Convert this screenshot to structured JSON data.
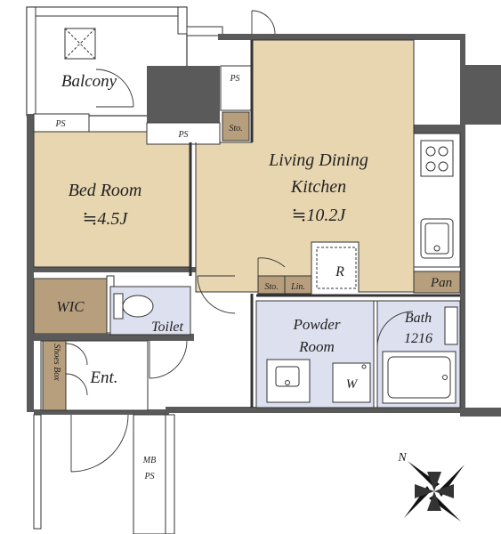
{
  "rooms": {
    "balcony": "Balcony",
    "bedroom_name": "Bed Room",
    "bedroom_size": "≒4.5J",
    "ldk_line1": "Living Dining",
    "ldk_line2": "Kitchen",
    "ldk_size": "≒10.2J",
    "wic": "WIC",
    "toilet": "Toilet",
    "powder_line1": "Powder",
    "powder_line2": "Room",
    "bath_line1": "Bath",
    "bath_line2": "1216",
    "entrance": "Ent.",
    "shoes_box": "Shoes Box",
    "mb": "MB",
    "mb_ps": "PS",
    "pan": "Pan",
    "refrigerator": "R",
    "washer": "W",
    "storage": "Sto.",
    "storage2": "Sto.",
    "linen": "Lin."
  },
  "ps_labels": [
    "PS",
    "PS",
    "PS"
  ],
  "compass_label": "N",
  "colors": {
    "wood": "#e8d6b0",
    "tile": "#dde0ef",
    "storage": "#b79f7e",
    "wall": "#5a5a5a"
  }
}
